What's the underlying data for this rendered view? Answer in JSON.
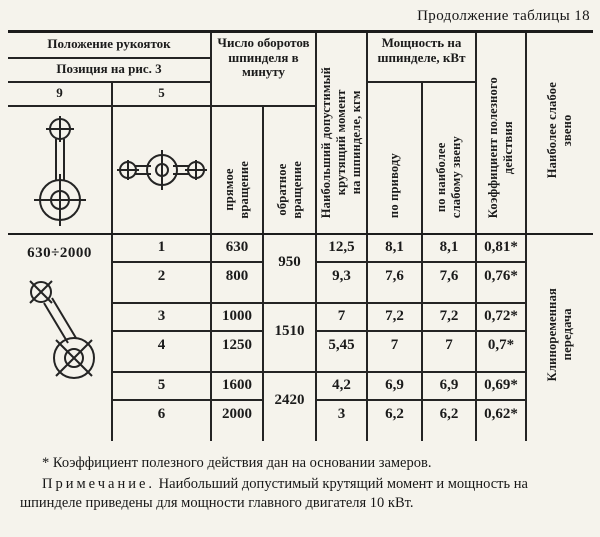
{
  "page_title": "Продолжение таблицы 18",
  "table": {
    "header": {
      "handles": "Положение рукояток",
      "position_fig": "Позиция на рис. 3",
      "handle_col_left": "9",
      "handle_col_right": "5",
      "rpm": "Число оборотов шпинделя в минуту",
      "rpm_forward_lines": [
        "прямое",
        "вращение"
      ],
      "rpm_reverse_lines": [
        "обратное",
        "вращение"
      ],
      "torque_lines": [
        "Наибольший допустимый",
        "крутящий момент",
        "на шпинделе, кгм"
      ],
      "power": "Мощность на шпинделе, кВт",
      "power_drive_lines": [
        "по приводу"
      ],
      "power_weak_lines": [
        "по наиболее",
        "слабому звену"
      ],
      "efficiency_lines": [
        "Коэффициент полезного",
        "действия"
      ],
      "weak_link_lines": [
        "Наиболее слабое",
        "звено"
      ]
    },
    "speed_range": "630÷2000",
    "weak_link_value_lines": [
      "Клиноременная",
      "передача"
    ],
    "groups": [
      {
        "reverse_rpm": "950",
        "rows": [
          {
            "position": "1",
            "forward_rpm": "630",
            "torque": "12,5",
            "power_drive": "8,1",
            "power_weak": "8,1",
            "efficiency": "0,81*"
          },
          {
            "position": "2",
            "forward_rpm": "800",
            "torque": "9,3",
            "power_drive": "7,6",
            "power_weak": "7,6",
            "efficiency": "0,76*"
          }
        ]
      },
      {
        "reverse_rpm": "1510",
        "rows": [
          {
            "position": "3",
            "forward_rpm": "1000",
            "torque": "7",
            "power_drive": "7,2",
            "power_weak": "7,2",
            "efficiency": "0,72*"
          },
          {
            "position": "4",
            "forward_rpm": "1250",
            "torque": "5,45",
            "power_drive": "7",
            "power_weak": "7",
            "efficiency": "0,7*"
          }
        ]
      },
      {
        "reverse_rpm": "2420",
        "rows": [
          {
            "position": "5",
            "forward_rpm": "1600",
            "torque": "4,2",
            "power_drive": "6,9",
            "power_weak": "6,9",
            "efficiency": "0,69*"
          },
          {
            "position": "6",
            "forward_rpm": "2000",
            "torque": "3",
            "power_drive": "6,2",
            "power_weak": "6,2",
            "efficiency": "0,62*"
          }
        ]
      }
    ]
  },
  "footnotes": {
    "measured": "* Коэффициент полезного действия дан на основании замеров.",
    "note_label": "Примечание.",
    "note_text": "Наибольший допустимый крутящий момент и мощность на шпинделе приведены для мощности главного двигателя 10 кВт."
  }
}
